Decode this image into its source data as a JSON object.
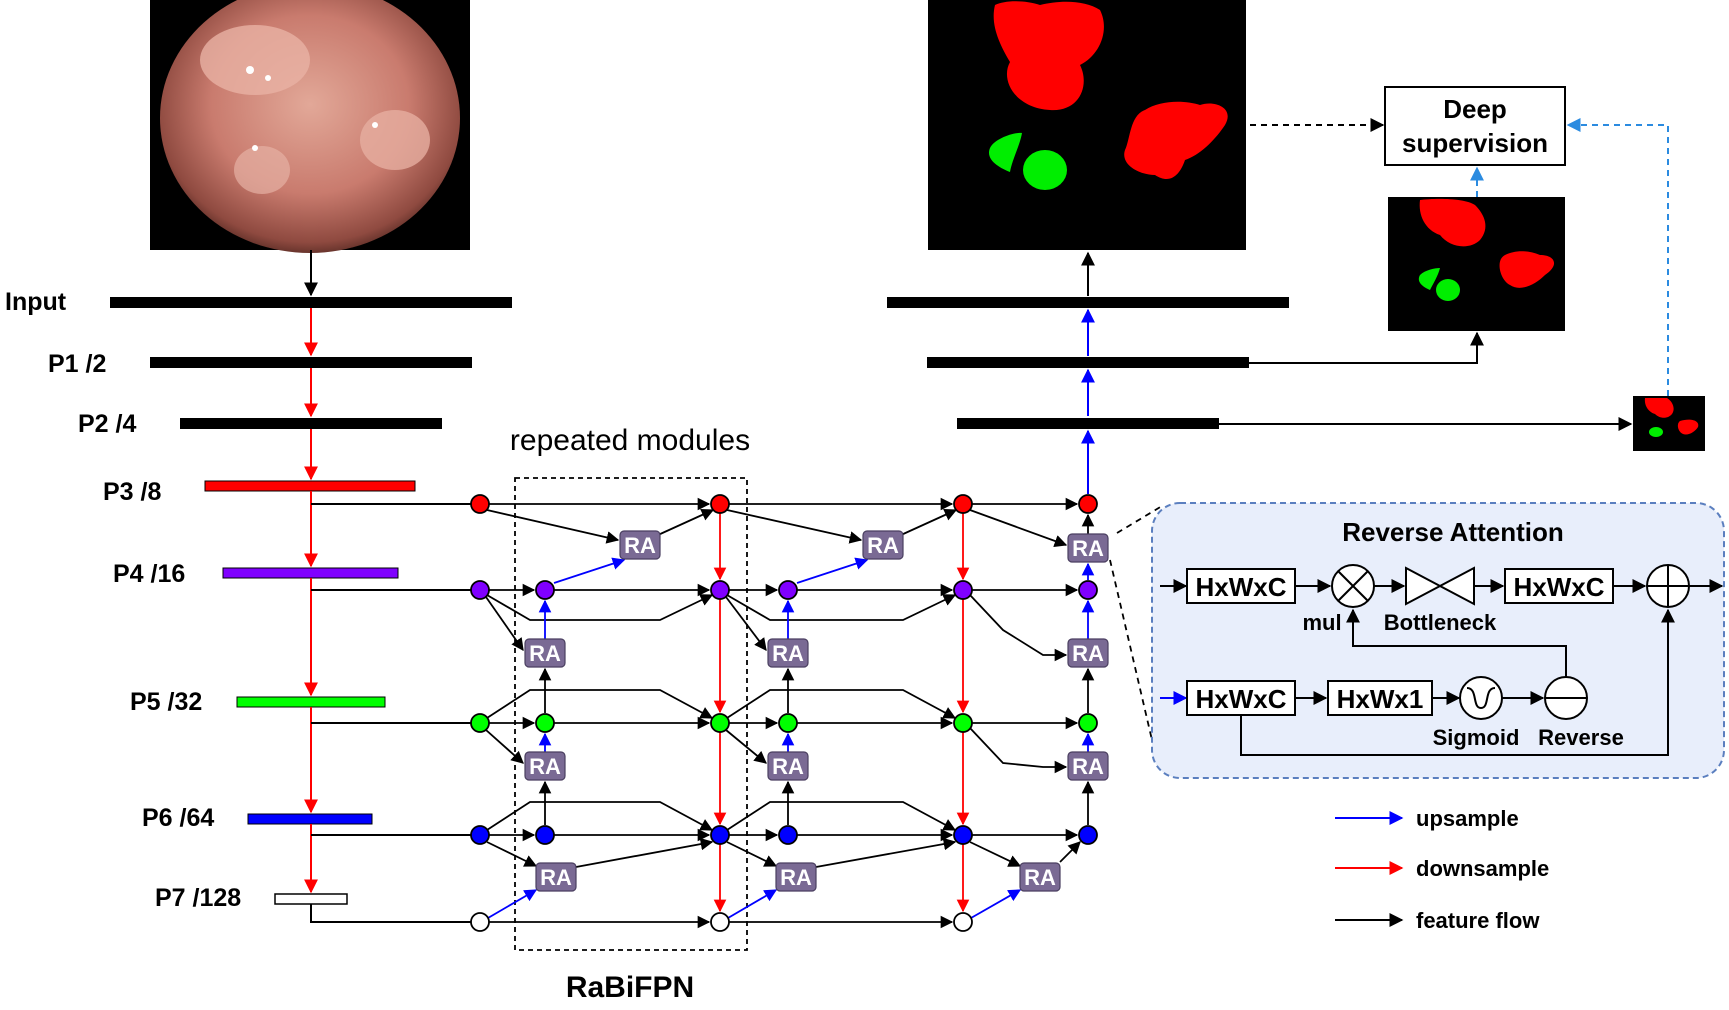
{
  "levels": [
    {
      "label": "Input",
      "color": "#000000"
    },
    {
      "label": "P1 /2",
      "color": "#000000"
    },
    {
      "label": "P2 /4",
      "color": "#000000"
    },
    {
      "label": "P3 /8",
      "color": "#ff0000"
    },
    {
      "label": "P4 /16",
      "color": "#8000ff"
    },
    {
      "label": "P5 /32",
      "color": "#00ff00"
    },
    {
      "label": "P6 /64",
      "color": "#0000ff"
    },
    {
      "label": "P7 /128",
      "color": "#ffffff"
    }
  ],
  "repeated_label": "repeated modules",
  "rabifpn_label": "RaBiFPN",
  "ra_label": "RA",
  "deep_supervision": {
    "line1": "Deep",
    "line2": "supervision"
  },
  "reverse_attention": {
    "title": "Reverse Attention",
    "box1": "HxWxC",
    "box2": "HxWxC",
    "box3": "HxWxC",
    "box4": "HxWx1",
    "mul": "mul",
    "bottleneck": "Bottleneck",
    "sigmoid": "Sigmoid",
    "reverse": "Reverse"
  },
  "legend": [
    {
      "label": "upsample",
      "color": "#0000ff"
    },
    {
      "label": "downsample",
      "color": "#ff0000"
    },
    {
      "label": "feature flow",
      "color": "#000000"
    }
  ],
  "colors": {
    "ra_fill": "#7a6a94",
    "panel_fill": "#e8eefb",
    "panel_border": "#5b7fbf",
    "supervision_dash": "#2b8be0",
    "mask_red": "#ff0000",
    "mask_green": "#00ee00"
  }
}
